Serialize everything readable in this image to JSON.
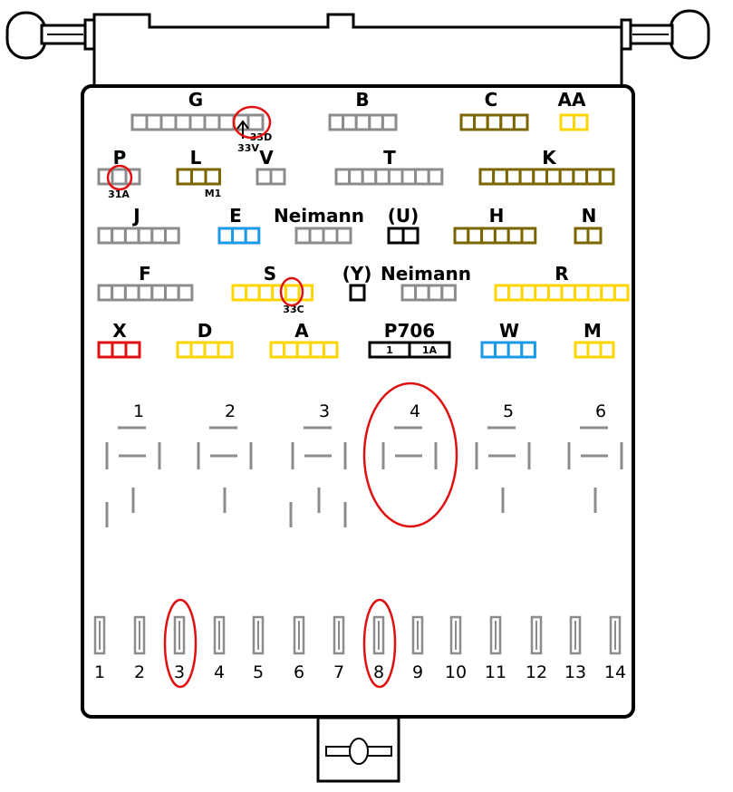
{
  "colors": {
    "gray": "#8c8c8c",
    "olive": "#7a6500",
    "yellow": "#ffd500",
    "blue": "#1a9ae6",
    "red": "#e01010",
    "black": "#000000",
    "highlight": "#e01010"
  },
  "connectors": [
    {
      "label": "G",
      "color": "gray",
      "cells": 9
    },
    {
      "label": "B",
      "color": "gray",
      "cells": 5
    },
    {
      "label": "C",
      "color": "olive",
      "cells": 5
    },
    {
      "label": "AA",
      "color": "yellow",
      "cells": 2
    },
    {
      "label": "P",
      "color": "gray",
      "cells": 3
    },
    {
      "label": "L",
      "color": "olive",
      "cells": 3
    },
    {
      "label": "V",
      "color": "gray",
      "cells": 2
    },
    {
      "label": "T",
      "color": "gray",
      "cells": 8
    },
    {
      "label": "K",
      "color": "olive",
      "cells": 10
    },
    {
      "label": "J",
      "color": "gray",
      "cells": 6
    },
    {
      "label": "E",
      "color": "blue",
      "cells": 3
    },
    {
      "label": "Neimann",
      "color": "gray",
      "cells": 4
    },
    {
      "label": "(U)",
      "color": "black",
      "cells": 2
    },
    {
      "label": "H",
      "color": "olive",
      "cells": 6
    },
    {
      "label": "N",
      "color": "olive",
      "cells": 2
    },
    {
      "label": "F",
      "color": "gray",
      "cells": 7
    },
    {
      "label": "S",
      "color": "yellow",
      "cells": 6
    },
    {
      "label": "(Y)",
      "color": "black",
      "cells": 1
    },
    {
      "label": "Neimann",
      "color": "gray",
      "cells": 4
    },
    {
      "label": "R",
      "color": "yellow",
      "cells": 10
    },
    {
      "label": "X",
      "color": "red",
      "cells": 3
    },
    {
      "label": "D",
      "color": "yellow",
      "cells": 4
    },
    {
      "label": "A",
      "color": "yellow",
      "cells": 5
    },
    {
      "label": "P706",
      "color": "black",
      "cells": 2,
      "cell_labels": [
        "1",
        "1A"
      ]
    },
    {
      "label": "W",
      "color": "blue",
      "cells": 4
    },
    {
      "label": "M",
      "color": "yellow",
      "cells": 3
    }
  ],
  "annotations": [
    "33D",
    "33V",
    "31A",
    "M1",
    "33C"
  ],
  "relays": [
    "1",
    "2",
    "3",
    "4",
    "5",
    "6"
  ],
  "fuses": [
    "1",
    "2",
    "3",
    "4",
    "5",
    "6",
    "7",
    "8",
    "9",
    "10",
    "11",
    "12",
    "13",
    "14"
  ],
  "highlighted": {
    "connector_pins": [
      "G",
      "P",
      "S"
    ],
    "relays": [
      "4"
    ],
    "fuses": [
      "3",
      "8"
    ]
  }
}
